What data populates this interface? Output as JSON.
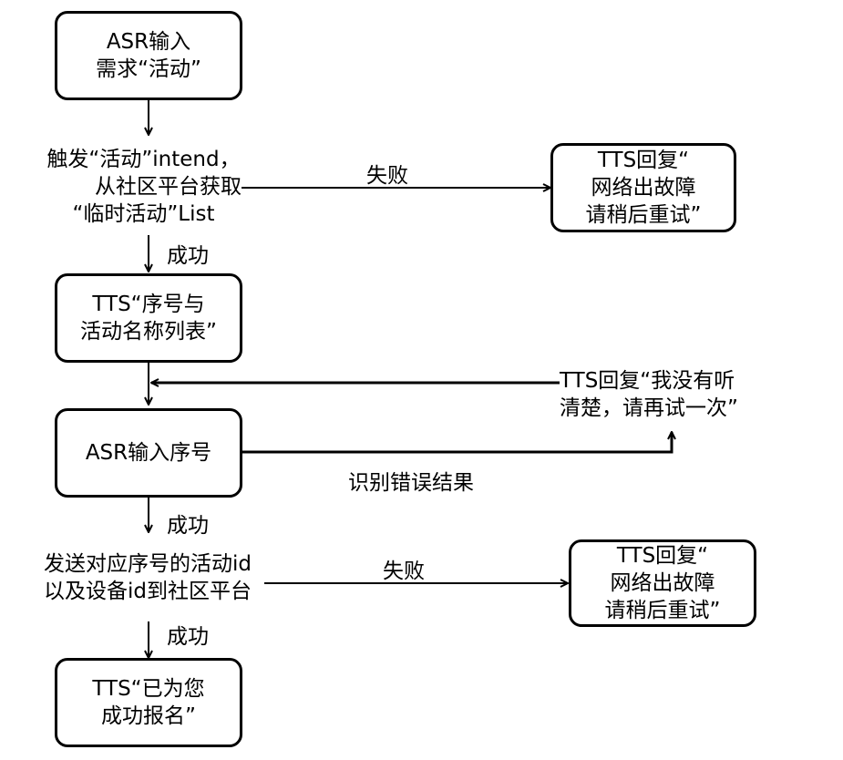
{
  "nodes": {
    "asr_input_request": [
      "ASR输入",
      "需求“活动”"
    ],
    "trigger_fetch": [
      "触发“活动”intend，",
      "从社区平台获取",
      "“临时活动”List"
    ],
    "tts_network_error_1": [
      "TTS回复“",
      "网络出故障",
      "请稍后重试”"
    ],
    "tts_list": [
      "TTS“序号与",
      "活动名称列表”"
    ],
    "tts_not_clear": [
      "TTS回复“我没有听",
      "清楚，请再试一次”"
    ],
    "asr_input_number": [
      "ASR输入序号"
    ],
    "send_to_platform": [
      "发送对应序号的活动id",
      "以及设备id到社区平台"
    ],
    "tts_network_error_2": [
      "TTS回复“",
      "网络出故障",
      "请稍后重试”"
    ],
    "tts_registered": [
      "TTS“已为您",
      "成功报名”"
    ]
  },
  "edge_labels": {
    "fail_1": "失败",
    "success_1": "成功",
    "recognition_error": "识别错误结果",
    "success_2": "成功",
    "fail_2": "失败",
    "success_3": "成功"
  }
}
